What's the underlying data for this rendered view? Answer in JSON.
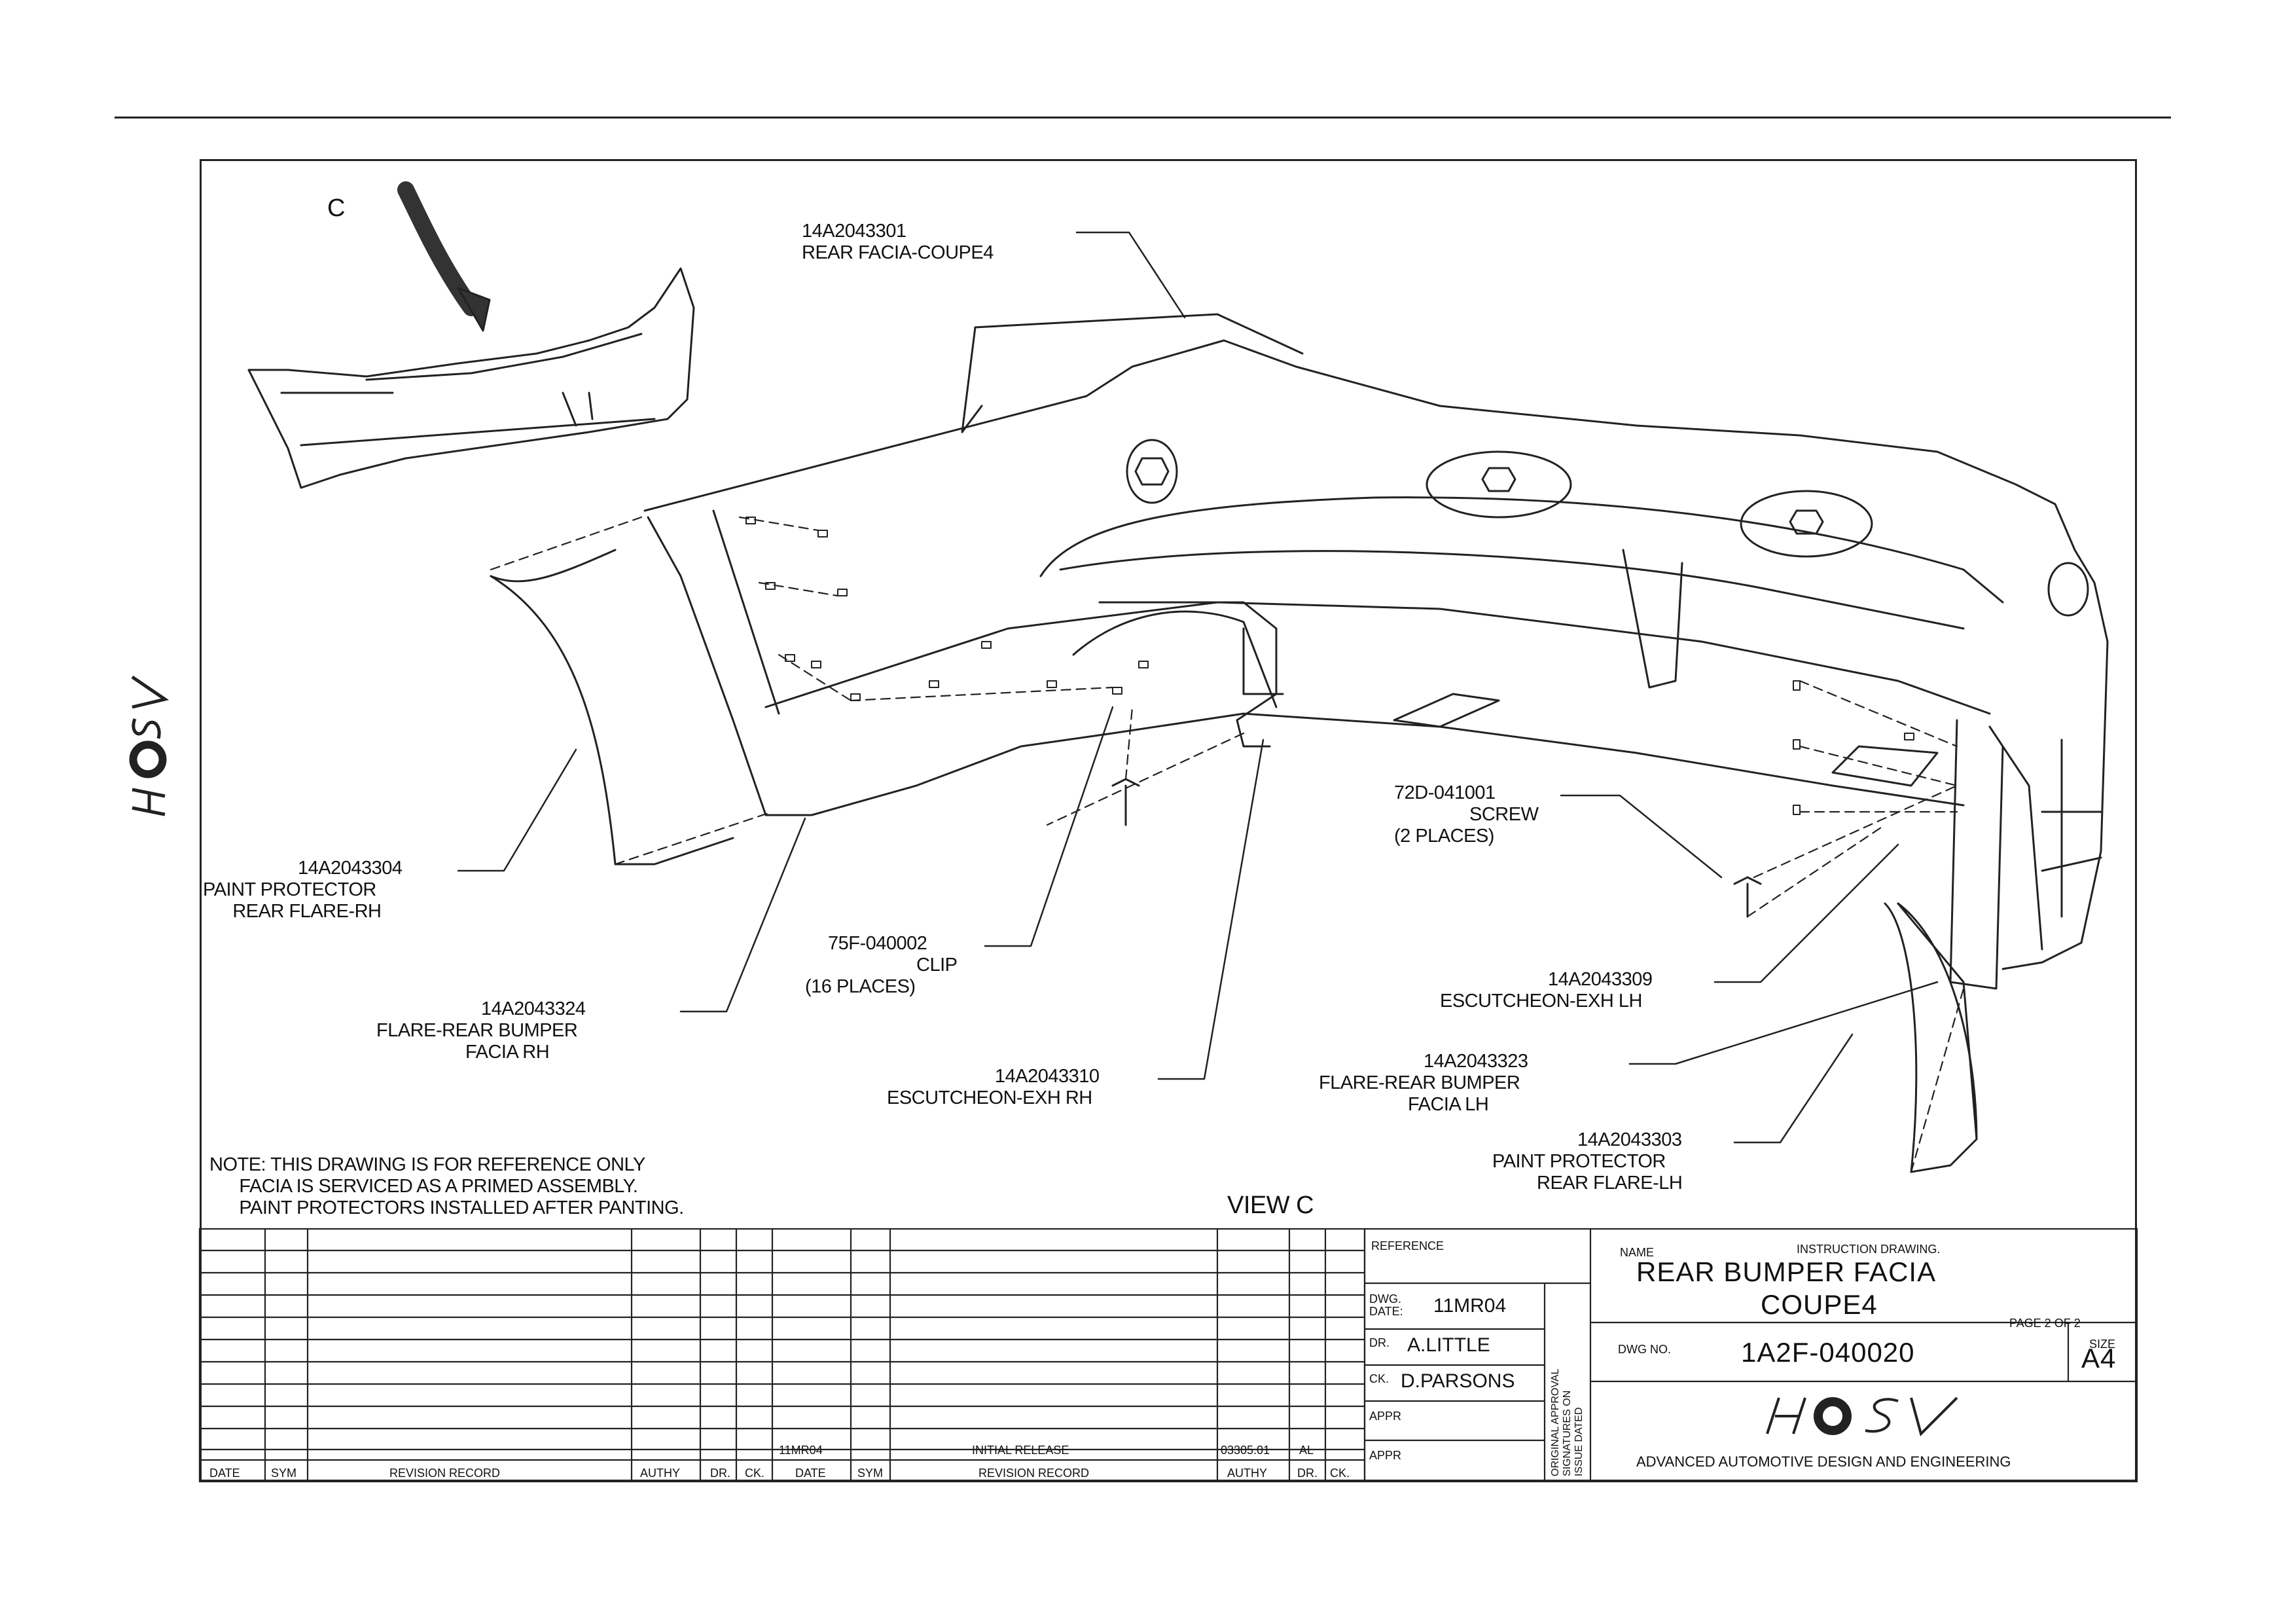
{
  "view_letter": "C",
  "parts": [
    {
      "number": "14A2043301",
      "desc": "REAR FACIA-COUPE4"
    },
    {
      "number": "14A2043304",
      "desc": "PAINT PROTECTOR\n      REAR FLARE-RH"
    },
    {
      "number": "14A2043324",
      "desc": "FLARE-REAR BUMPER\n                  FACIA RH"
    },
    {
      "number": "75F-040002",
      "desc": "CLIP",
      "qty": "(16 PLACES)"
    },
    {
      "number": "14A2043310",
      "desc": "ESCUTCHEON-EXH RH"
    },
    {
      "number": "72D-041001",
      "desc": "SCREW",
      "qty": "(2 PLACES)"
    },
    {
      "number": "14A2043309",
      "desc": "ESCUTCHEON-EXH LH"
    },
    {
      "number": "14A2043323",
      "desc": "FLARE-REAR BUMPER\n                  FACIA LH"
    },
    {
      "number": "14A2043303",
      "desc": "PAINT PROTECTOR\n         REAR FLARE-LH"
    }
  ],
  "note": "NOTE: THIS DRAWING IS FOR REFERENCE ONLY\n      FACIA IS SERVICED AS A PRIMED ASSEMBLY.\n      PAINT PROTECTORS INSTALLED AFTER PANTING.",
  "view_label": "VIEW C",
  "revision_table": {
    "headers": [
      "DATE",
      "SYM",
      "REVISION RECORD",
      "AUTHY",
      "DR.",
      "CK."
    ],
    "entry": {
      "date": "11MR04",
      "record": "INITIAL RELEASE",
      "authy": "03305.01",
      "dr": "AL"
    }
  },
  "title_block": {
    "reference_label": "REFERENCE",
    "dwg_date_label": "DWG.\nDATE:",
    "dwg_date": "11MR04",
    "dr_label": "DR.",
    "dr": "A.LITTLE",
    "ck_label": "CK.",
    "ck": "D.PARSONS",
    "appr_label": "APPR",
    "approval_note": "ORIGINAL APPROVAL\nSIGNATURES ON\nISSUE DATED",
    "name_label": "NAME",
    "instruction": "INSTRUCTION DRAWING.",
    "title_line1": "REAR BUMPER FACIA",
    "title_line2": "COUPE4",
    "page": "PAGE 2 OF 2",
    "dwg_no_label": "DWG NO.",
    "dwg_no": "1A2F-040020",
    "size_label": "SIZE",
    "size": "A4",
    "company": "ADVANCED AUTOMOTIVE DESIGN AND ENGINEERING",
    "logo_text": "HSV"
  },
  "colors": {
    "ink": "#111111",
    "line": "#222222",
    "paper": "#ffffff"
  }
}
